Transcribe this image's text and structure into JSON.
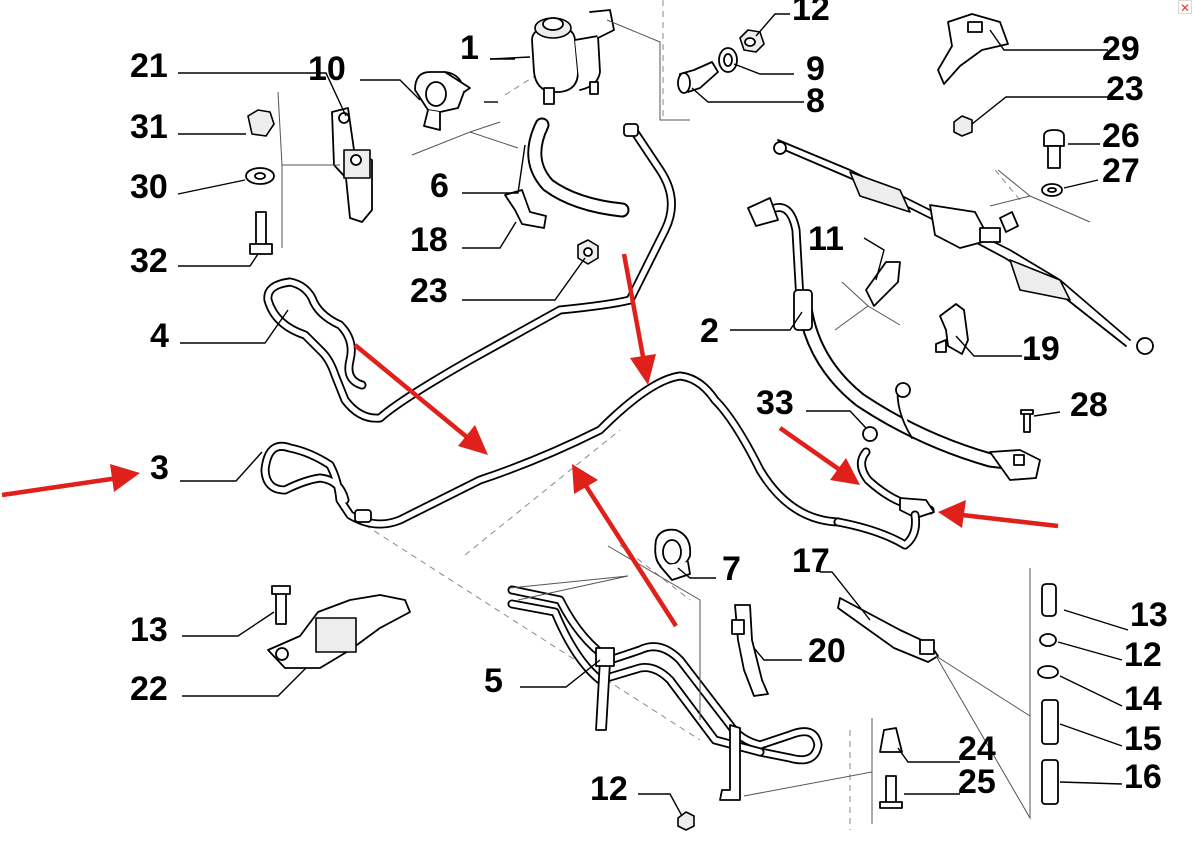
{
  "diagram": {
    "labels": {
      "p1": "1",
      "p2": "2",
      "p3": "3",
      "p4": "4",
      "p5": "5",
      "p6": "6",
      "p7": "7",
      "p8": "8",
      "p9": "9",
      "p10": "10",
      "p11": "11",
      "p12a": "12",
      "p12b": "12",
      "p12c": "12",
      "p13a": "13",
      "p13b": "13",
      "p14": "14",
      "p15": "15",
      "p16": "16",
      "p17": "17",
      "p18": "18",
      "p19": "19",
      "p20": "20",
      "p21": "21",
      "p22": "22",
      "p23a": "23",
      "p23b": "23",
      "p24": "24",
      "p25": "25",
      "p26": "26",
      "p27": "27",
      "p28": "28",
      "p29": "29",
      "p30": "30",
      "p31": "31",
      "p32": "32",
      "p33": "33"
    },
    "colors": {
      "arrow": "#e0201b",
      "line": "#000000",
      "background": "#ffffff",
      "close_icon": "#e63b2e"
    }
  },
  "window": {
    "close_glyph": "✕"
  }
}
